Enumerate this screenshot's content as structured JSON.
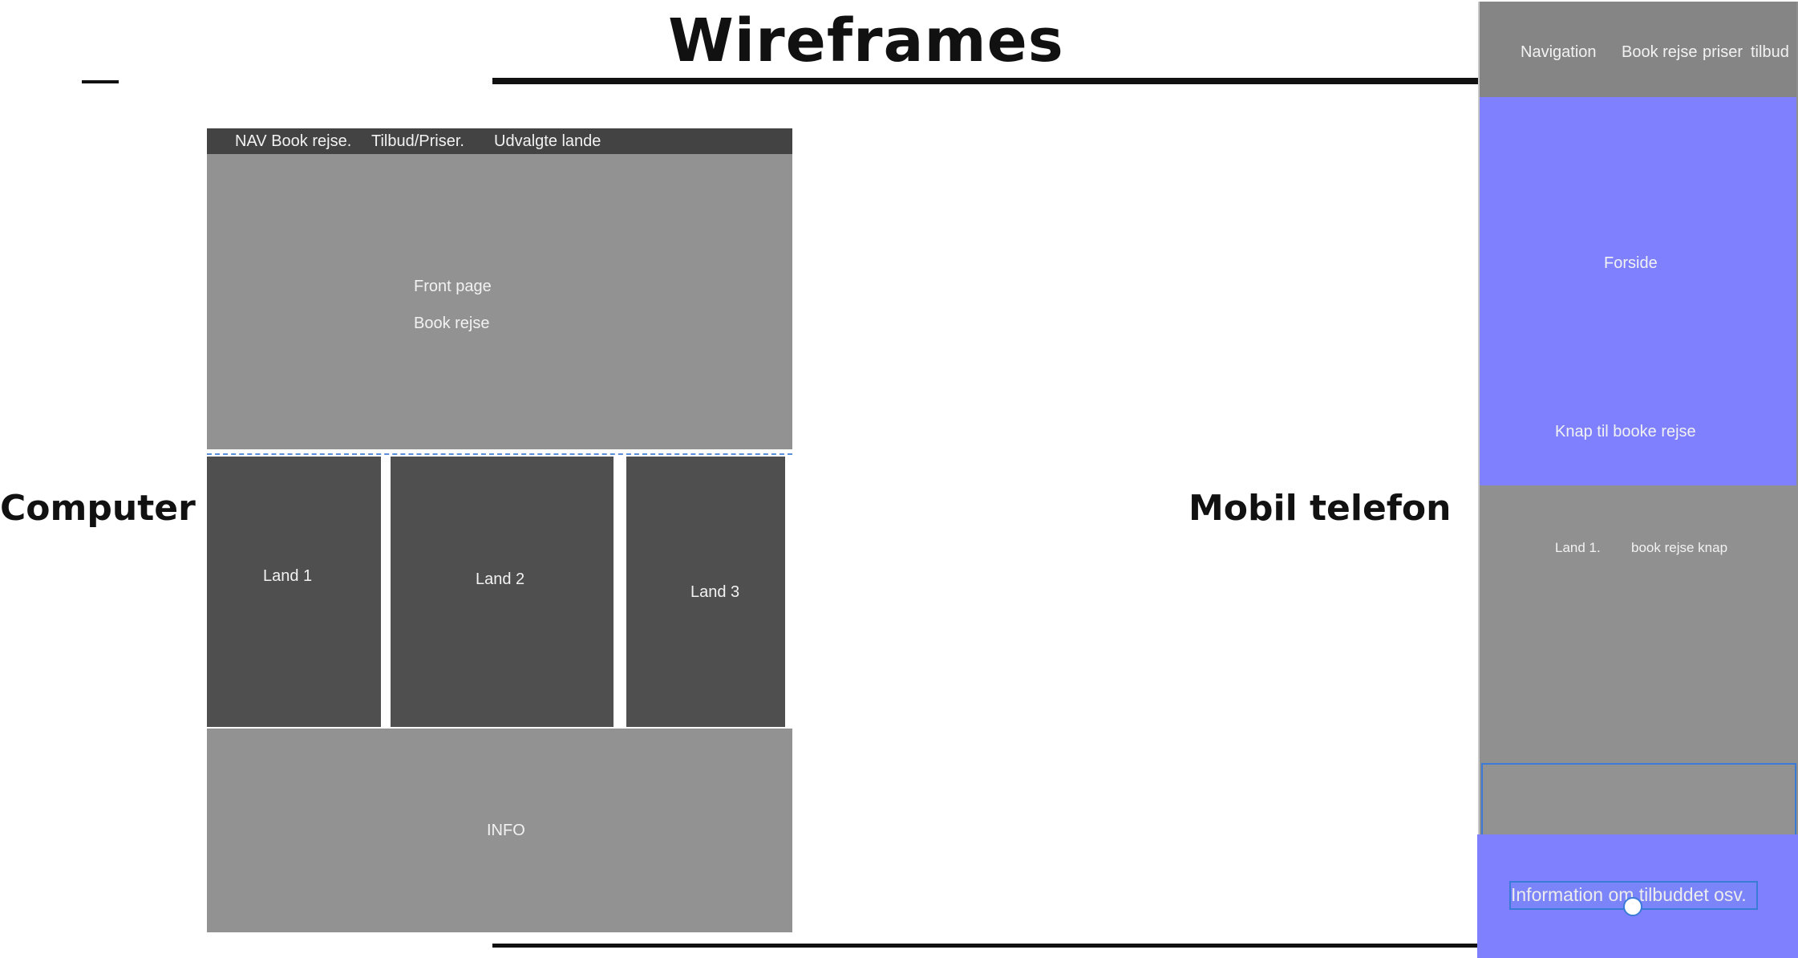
{
  "header": {
    "title": "Wireframes"
  },
  "labels": {
    "computer": "Computer",
    "mobile": "Mobil telefon"
  },
  "desktop": {
    "nav": {
      "item1": "NAV Book rejse.",
      "item2": "Tilbud/Priser.",
      "item3": "Udvalgte lande"
    },
    "hero": {
      "line1": "Front page",
      "line2": "Book rejse"
    },
    "countries": [
      "Land 1",
      "Land 2",
      "Land 3"
    ],
    "footer": "INFO"
  },
  "mobile": {
    "nav": {
      "item1": "Navigation",
      "item2": "Book rejse",
      "item3": "priser",
      "item4": "tilbud"
    },
    "hero": {
      "title": "Forside",
      "button": "Knap til booke rejse"
    },
    "country": {
      "label": "Land 1.",
      "button": "book rejse knap"
    },
    "info": "Information om tilbuddet osv."
  },
  "colors": {
    "nav_dark": "#434343",
    "block_gray": "#929292",
    "tile_dark": "#4f4f4f",
    "mobile_nav": "#858585",
    "mobile_blue": "#7f80fe",
    "selection": "#3b7bd8"
  }
}
